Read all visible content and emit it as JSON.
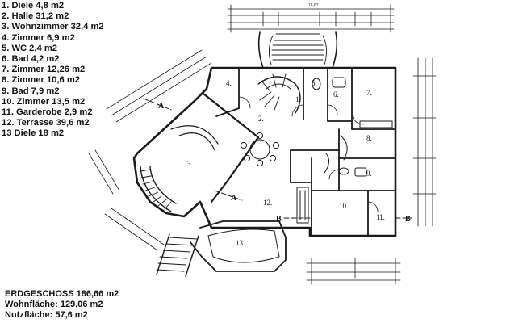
{
  "rooms": [
    {
      "num": "1",
      "label": "1. Diele 4,8 m2"
    },
    {
      "num": "2",
      "label": "2. Halle 31,2 m2"
    },
    {
      "num": "3",
      "label": "3. Wohnzimmer 32,4 m2"
    },
    {
      "num": "4",
      "label": "4. Zimmer 6,9 m2"
    },
    {
      "num": "5",
      "label": "5. WC 2,4 m2"
    },
    {
      "num": "6",
      "label": "6. Bad 4,2 m2"
    },
    {
      "num": "7",
      "label": "7. Zimmer 12,26 m2"
    },
    {
      "num": "8",
      "label": "8. Zimmer 10,6 m2"
    },
    {
      "num": "9",
      "label": "9. Bad 7,9 m2"
    },
    {
      "num": "10",
      "label": "10. Zimmer 13,5 m2"
    },
    {
      "num": "11",
      "label": "11. Garderobe 2,9 m2"
    },
    {
      "num": "12",
      "label": "12. Terrasse 39,6 m2"
    },
    {
      "num": "13",
      "label": "13 Diele 18 m2"
    }
  ],
  "summary": {
    "floor": "ERDGESCHOSS 186,66 m2",
    "living": "Wohnfläche: 129,06 m2",
    "usable": "Nutzfläche: 57,6 m2"
  },
  "plan_labels": {
    "room_numbers": [
      "1.",
      "2.",
      "3.",
      "4.",
      "5.",
      "6.",
      "7.",
      "8.",
      "9.",
      "10.",
      "11.",
      "12.",
      "13."
    ],
    "section_marks": [
      "A",
      "A",
      "B",
      "B"
    ],
    "top_dimension": "16,67"
  }
}
